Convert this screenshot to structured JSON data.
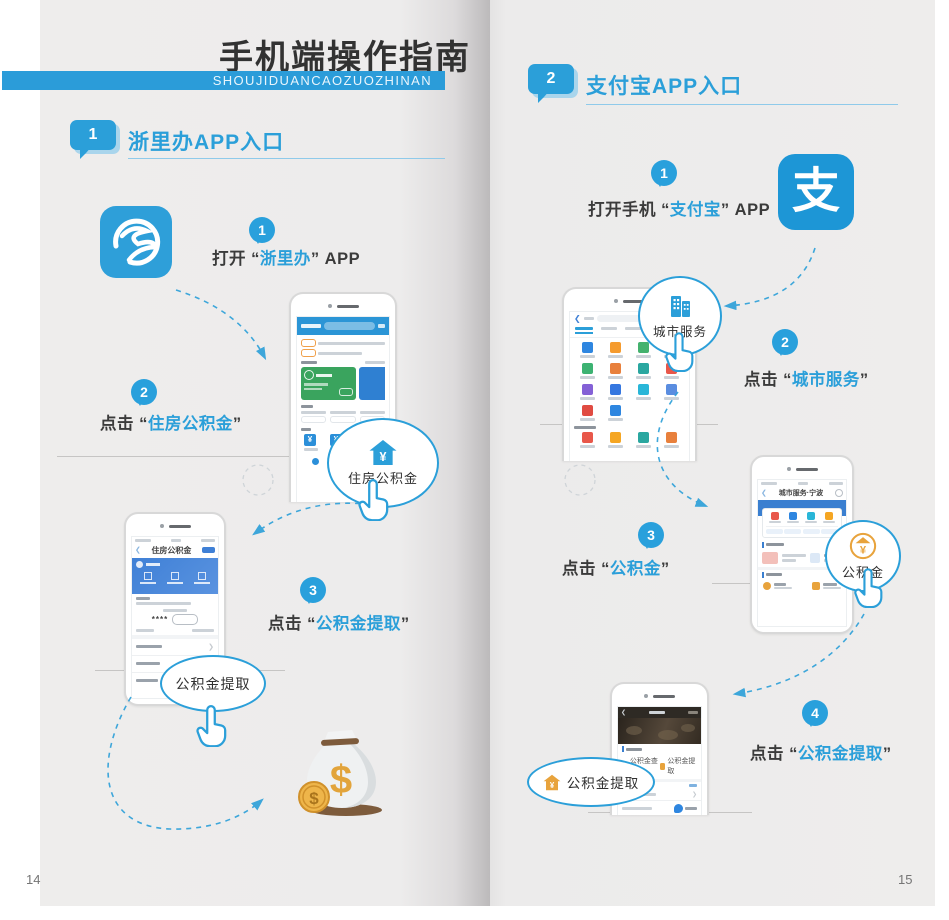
{
  "header": {
    "title": "手机端操作指南",
    "subtitle": "SHOUJIDUANCAOZUOZHINAN"
  },
  "colors": {
    "accent": "#2b9fd9",
    "alipay_blue": "#1d96d6",
    "gold": "#e8a33c",
    "green_card": "#3aa45e"
  },
  "decor": {
    "yuan": "¥",
    "dollar": "$",
    "coin_dollar": "$"
  },
  "left": {
    "page_number": "14",
    "section_badge": "1",
    "section_title": "浙里办APP入口",
    "steps": [
      {
        "num": "1",
        "prefix": "打开 “",
        "highlight": "浙里办",
        "suffix": "” APP"
      },
      {
        "num": "2",
        "prefix": "点击 “",
        "highlight": "住房公积金",
        "suffix": "”"
      },
      {
        "num": "3",
        "prefix": "点击 “",
        "highlight": "公积金提取",
        "suffix": "”"
      }
    ],
    "callouts": [
      {
        "label": "住房公积金"
      },
      {
        "label": "公积金提取"
      }
    ],
    "phone2_title": "住房公积金"
  },
  "right": {
    "page_number": "15",
    "section_badge": "2",
    "section_title": "支付宝APP入口",
    "alipay_glyph": "支",
    "steps": [
      {
        "num": "1",
        "prefix": "打开手机 “",
        "highlight": "支付宝",
        "suffix": "” APP"
      },
      {
        "num": "2",
        "prefix": "点击 “",
        "highlight": "城市服务",
        "suffix": "”"
      },
      {
        "num": "3",
        "prefix": "点击 “",
        "highlight": "公积金",
        "suffix": "”"
      },
      {
        "num": "4",
        "prefix": "点击 “",
        "highlight": "公积金提取",
        "suffix": "”"
      }
    ],
    "callouts": [
      {
        "label": "城市服务"
      },
      {
        "label": "公积金"
      },
      {
        "label": "公积金提取"
      }
    ],
    "phone2_title": "城市服务·宁波",
    "phone3_items": [
      "公积金查询",
      "公积金提取"
    ]
  }
}
